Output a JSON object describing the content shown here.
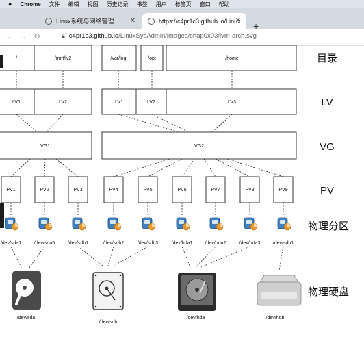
{
  "menubar": {
    "apple_icon": "apple-icon",
    "app": "Chrome",
    "items": [
      "文件",
      "编辑",
      "视图",
      "历史记录",
      "书签",
      "用户",
      "标签页",
      "窗口",
      "帮助"
    ]
  },
  "tabs": [
    {
      "title": "Linux系统与网络管理",
      "icon": "globe-icon"
    },
    {
      "title": "https://c4pr1c3.github.io/Linux",
      "icon": "globe-icon"
    }
  ],
  "address_bar": {
    "host": "c4pr1c3.github.io",
    "path": "/LinuxSysAdmin/images/chap0x03/lvm-arch.svg"
  },
  "diagram": {
    "row_labels": {
      "dir": "目录",
      "lv": "LV",
      "vg": "VG",
      "pv": "PV",
      "partition": "物理分区",
      "disk": "物理硬盘"
    },
    "dirs": [
      "/",
      "/mnt/lv2",
      "/var/log",
      "/opt",
      "/home"
    ],
    "lvs": [
      "LV1",
      "LV2",
      "LV1",
      "LV2",
      "LV3"
    ],
    "vgs": [
      "VG1",
      "VG2"
    ],
    "pvs": [
      "PV1",
      "PV2",
      "PV3",
      "PV4",
      "PV5",
      "PV6",
      "PV7",
      "PV8",
      "PV9"
    ],
    "partitions": [
      "/dev/sda1",
      "/dev/sda5",
      "/dev/sdb1",
      "/dev/sdb2",
      "/dev/sdb3",
      "/dev/hda1",
      "/dev/hda2",
      "/dev/hda3",
      "/dev/sdb1"
    ],
    "disks": [
      "/dev/sda",
      "/dev/sdb",
      "/dev/hda",
      "/dev/hdb"
    ]
  }
}
